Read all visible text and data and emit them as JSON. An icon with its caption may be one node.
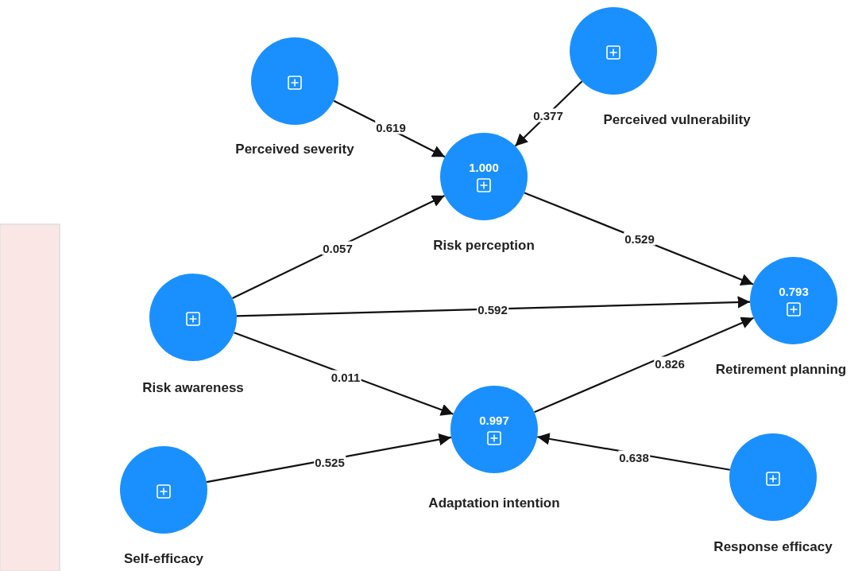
{
  "diagram": {
    "nodes": [
      {
        "text": [
          "Perceived severity"
        ]
      },
      {
        "text": [
          "Perceived vulnerability"
        ]
      },
      {
        "text": [
          "1.000",
          "Risk perception"
        ]
      },
      {
        "text": [
          "Risk awareness"
        ]
      },
      {
        "text": [
          "0.793",
          "Retirement planning"
        ]
      },
      {
        "text": [
          "0.997",
          "Adaptation intention"
        ]
      },
      {
        "text": [
          "Self-efficacy"
        ]
      },
      {
        "text": [
          "Response efficacy"
        ]
      }
    ],
    "edges": [
      {
        "from": 0,
        "to": 2,
        "arrow": "to",
        "label": "0.619"
      },
      {
        "from": 1,
        "to": 2,
        "arrow": "to",
        "label": "0.377"
      },
      {
        "from": 3,
        "to": 2,
        "arrow": "to",
        "label": "0.057"
      },
      {
        "from": 2,
        "to": 4,
        "arrow": "to",
        "label": "0.529"
      },
      {
        "from": 3,
        "to": 4,
        "arrow": "to",
        "label": "0.592"
      },
      {
        "from": 3,
        "to": 5,
        "arrow": "to",
        "label": "0.011"
      },
      {
        "from": 5,
        "to": 4,
        "arrow": "to",
        "label": "0.826"
      },
      {
        "from": 6,
        "to": 5,
        "arrow": "to",
        "label": "0.525"
      },
      {
        "from": 7,
        "to": 5,
        "arrow": "to",
        "label": "0.638"
      }
    ]
  }
}
